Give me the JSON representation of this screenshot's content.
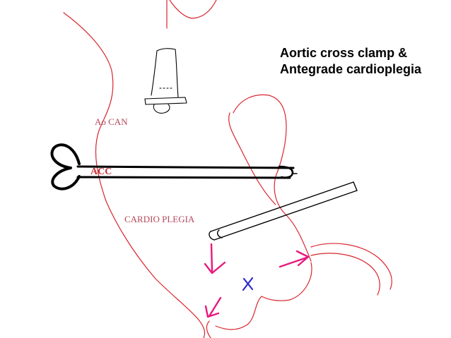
{
  "title": {
    "line1": "Aortic cross clamp &",
    "line2": "Antegrade cardioplegia"
  },
  "labels": {
    "ao_can": "Ao CAN",
    "acc": "ACC",
    "cardioplegia": "CARDIO PLEGIA"
  },
  "colors": {
    "outline": "#d8262e",
    "label": "#b5475a",
    "arrow": "#e8197d",
    "cross_mark": "#2a2acf",
    "instrument": "#000000"
  },
  "marks": {
    "cross_mark": "x-mark"
  }
}
